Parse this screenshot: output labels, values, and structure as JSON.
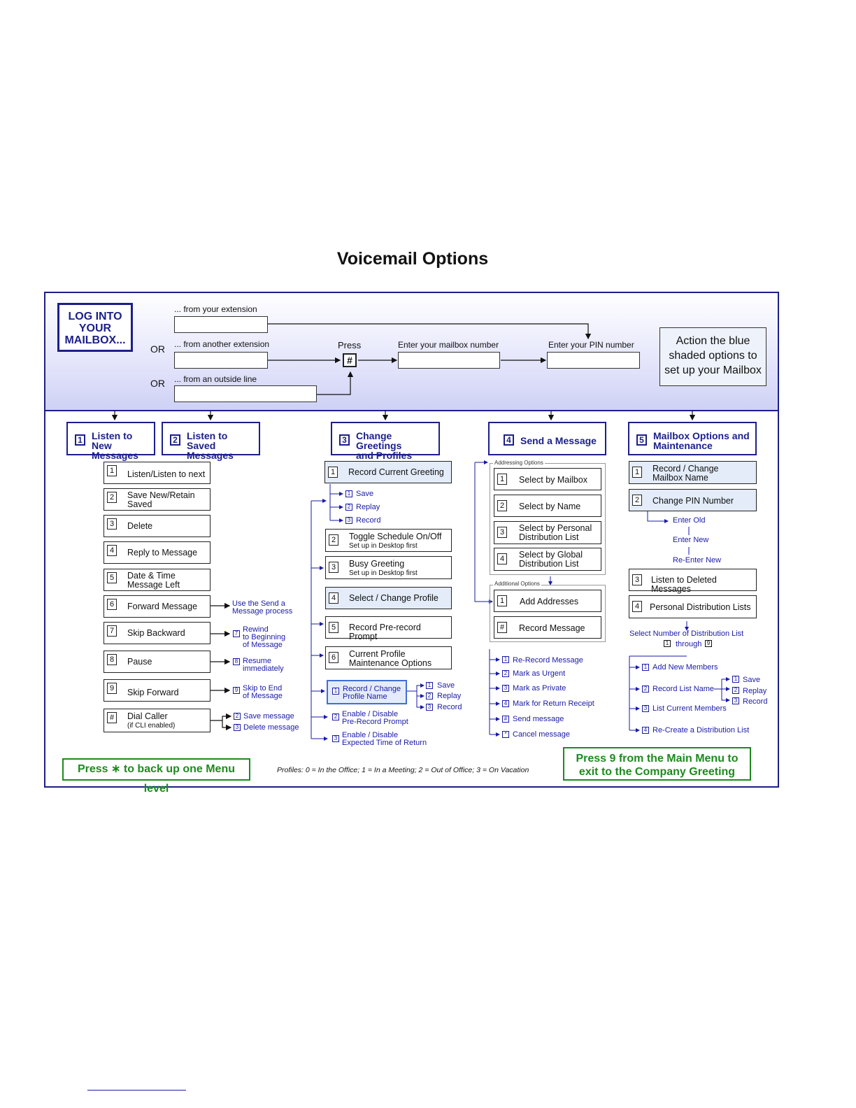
{
  "title": "Voicemail Options",
  "login": {
    "box_lines": [
      "LOG INTO",
      "YOUR",
      "MAILBOX..."
    ],
    "from_extension": "... from your extension",
    "from_another": "... from another extension",
    "from_outside": "... from an outside line",
    "or1": "OR",
    "or2": "OR",
    "press": "Press",
    "hash": "#",
    "mailbox_number": "Enter your mailbox number",
    "pin_number": "Enter your PIN number",
    "action_note": "Action the blue shaded options to set up your Mailbox"
  },
  "menu1": {
    "header_num": "1",
    "header": [
      "Listen to New",
      "Messages"
    ],
    "items": [
      {
        "key": "1",
        "label": [
          "Listen/Listen to next"
        ]
      },
      {
        "key": "2",
        "label": [
          "Save New/Retain",
          "Saved"
        ]
      },
      {
        "key": "3",
        "label": [
          "Delete"
        ]
      },
      {
        "key": "4",
        "label": [
          "Reply to Message"
        ]
      },
      {
        "key": "5",
        "label": [
          "Date & Time",
          "Message Left"
        ]
      },
      {
        "key": "6",
        "label": [
          "Forward Message"
        ]
      },
      {
        "key": "7",
        "label": [
          "Skip Backward"
        ]
      },
      {
        "key": "8",
        "label": [
          "Pause"
        ]
      },
      {
        "key": "9",
        "label": [
          "Skip Forward"
        ]
      },
      {
        "key": "#",
        "label": [
          "Dial Caller",
          "(if CLI enabled)"
        ]
      }
    ],
    "notes": {
      "forward": [
        "Use the Send a",
        "Message process"
      ],
      "rewind_key": "7",
      "rewind": [
        "Rewind",
        "to Beginning",
        "of Message"
      ],
      "resume_key": "8",
      "resume": [
        "Resume",
        "immediately"
      ],
      "skipend_key": "9",
      "skipend": [
        "Skip to End",
        "of Message"
      ],
      "save_key": "2",
      "save": "Save message",
      "delete_key": "3",
      "delete": "Delete message"
    }
  },
  "menu2": {
    "header_num": "2",
    "header": [
      "Listen to Saved",
      "Messages"
    ]
  },
  "menu3": {
    "header_num": "3",
    "header": [
      "Change Greetings",
      "and Profiles"
    ],
    "items": [
      {
        "key": "1",
        "label": "Record Current Greeting",
        "sub": ""
      },
      {
        "key": "2",
        "label": "Toggle Schedule On/Off",
        "sub": "Set up in Desktop first"
      },
      {
        "key": "3",
        "label": "Busy Greeting",
        "sub": "Set up in Desktop first"
      },
      {
        "key": "4",
        "label": "Select / Change Profile",
        "sub": ""
      },
      {
        "key": "5",
        "label": "Record Pre-record Prompt",
        "sub": ""
      },
      {
        "key": "6",
        "label": "Current Profile",
        "sub2": "Maintenance Options"
      }
    ],
    "greet_sub": [
      {
        "key": "1",
        "label": "Save"
      },
      {
        "key": "2",
        "label": "Replay"
      },
      {
        "key": "3",
        "label": "Record"
      }
    ],
    "maint": [
      {
        "key": "1",
        "label": [
          "Record / Change",
          "Profile Name"
        ]
      },
      {
        "key": "2",
        "label": [
          "Enable / Disable",
          "Pre-Record Prompt"
        ]
      },
      {
        "key": "3",
        "label": [
          "Enable / Disable",
          "Expected Time of Return"
        ]
      }
    ],
    "profile_sub": [
      {
        "key": "1",
        "label": "Save"
      },
      {
        "key": "2",
        "label": "Replay"
      },
      {
        "key": "3",
        "label": "Record"
      }
    ]
  },
  "menu4": {
    "header_num": "4",
    "header": "Send a Message",
    "addressing_label": "Addressing Options",
    "addressing": [
      {
        "key": "1",
        "label": [
          "Select by Mailbox"
        ]
      },
      {
        "key": "2",
        "label": [
          "Select by Name"
        ]
      },
      {
        "key": "3",
        "label": [
          "Select by Personal",
          "Distribution List"
        ]
      },
      {
        "key": "4",
        "label": [
          "Select by Global",
          "Distribution List"
        ]
      }
    ],
    "additional_label": "Additional Options",
    "additional": [
      {
        "key": "1",
        "label": "Add Addresses"
      },
      {
        "key": "#",
        "label": "Record Message"
      }
    ],
    "after": [
      {
        "key": "1",
        "label": "Re-Record Message"
      },
      {
        "key": "2",
        "label": "Mark as Urgent"
      },
      {
        "key": "3",
        "label": "Mark as Private"
      },
      {
        "key": "4",
        "label": "Mark for Return Receipt"
      },
      {
        "key": "#",
        "label": "Send message"
      },
      {
        "key": "*",
        "label": "Cancel message"
      }
    ]
  },
  "menu5": {
    "header_num": "5",
    "header": [
      "Mailbox Options and",
      "Maintenance"
    ],
    "items": [
      {
        "key": "1",
        "label": [
          "Record / Change",
          "Mailbox Name"
        ]
      },
      {
        "key": "2",
        "label": [
          "Change PIN Number"
        ]
      },
      {
        "key": "3",
        "label": [
          "Listen to Deleted Messages"
        ]
      },
      {
        "key": "4",
        "label": [
          "Personal Distribution Lists"
        ]
      }
    ],
    "pin_steps": [
      "Enter Old",
      "Enter New",
      "Re-Enter New"
    ],
    "select_list": "Select Number of Distribution List",
    "through_from": "1",
    "through": "through",
    "through_to": "9",
    "list_opts": [
      {
        "key": "1",
        "label": "Add New Members"
      },
      {
        "key": "2",
        "label": "Record List Name"
      },
      {
        "key": "3",
        "label": "List Current Members"
      },
      {
        "key": "4",
        "label": "Re-Create a Distribution List"
      }
    ],
    "list_sub": [
      {
        "key": "1",
        "label": "Save"
      },
      {
        "key": "2",
        "label": "Replay"
      },
      {
        "key": "3",
        "label": "Record"
      }
    ]
  },
  "footer": {
    "back_up": "Press ∗ to back up one Menu level",
    "profiles": "Profiles: 0 = In the Office; 1 = In a Meeting; 2 = Out of Office; 3 = On Vacation",
    "exit": [
      "Press  9  from the Main Menu to",
      "exit to the Company Greeting"
    ]
  },
  "colors": {
    "navy": "#1b1f8a",
    "link_blue": "#1a1aa8",
    "green": "#1e8a1e",
    "shade": "#e3ecf8"
  }
}
